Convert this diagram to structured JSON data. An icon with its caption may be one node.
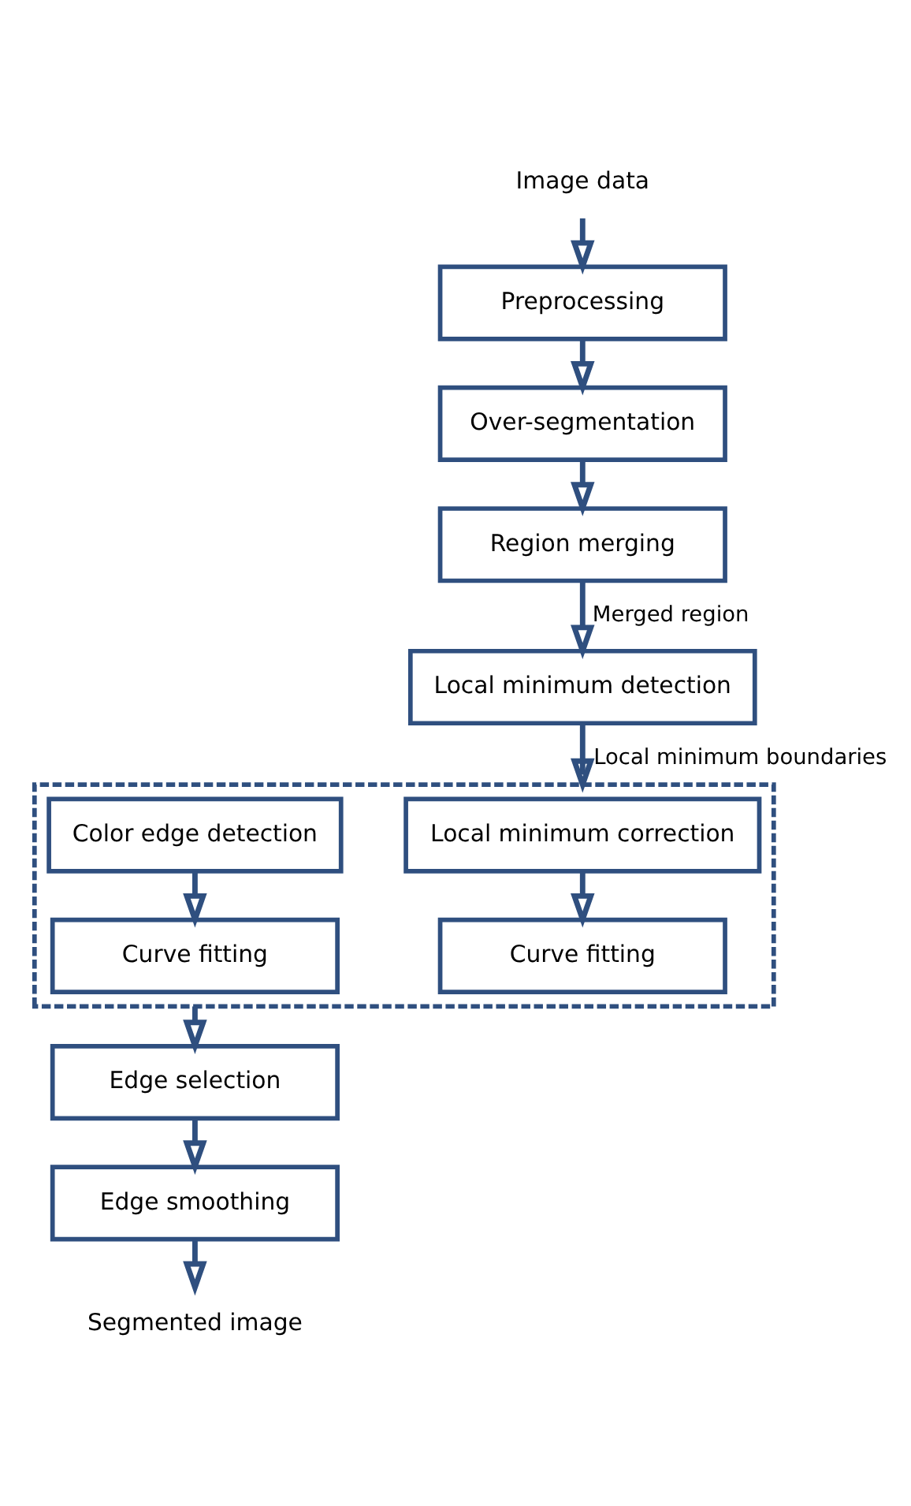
{
  "diagram": {
    "nodes": [
      {
        "text": [
          "Image data"
        ]
      },
      {
        "text": [
          "Preprocessing"
        ]
      },
      {
        "text": [
          "Over-segmentation"
        ]
      },
      {
        "text": [
          "Region merging"
        ]
      },
      {
        "text": [
          "Local minimum detection"
        ]
      },
      {
        "text": [],
        "shape": "box"
      },
      {
        "text": [
          "Local minimum correction"
        ],
        "in": 5
      },
      {
        "text": [
          "Color edge detection"
        ],
        "in": 5
      },
      {
        "text": [
          "Curve fitting"
        ],
        "in": 5
      },
      {
        "text": [
          "Curve fitting"
        ],
        "in": 5
      },
      {
        "text": [
          "Edge selection"
        ]
      },
      {
        "text": [
          "Edge smoothing"
        ]
      },
      {
        "text": [
          "Segmented image"
        ]
      }
    ],
    "edges": [
      {
        "from": 0,
        "to": 1,
        "arrow": "to"
      },
      {
        "from": 1,
        "to": 2,
        "arrow": "to"
      },
      {
        "from": 2,
        "to": 3,
        "arrow": "to"
      },
      {
        "from": 3,
        "to": 4,
        "arrow": "to",
        "label": "Merged region"
      },
      {
        "from": 4,
        "to": 5,
        "arrow": "to",
        "label": "Local minimum boundaries"
      },
      {
        "from": 6,
        "to": 8,
        "arrow": "to"
      },
      {
        "from": 7,
        "to": 9,
        "arrow": "to"
      },
      {
        "from": 5,
        "to": 10,
        "arrow": "to"
      },
      {
        "from": 10,
        "to": 11,
        "arrow": "to"
      },
      {
        "from": 11,
        "to": 12,
        "arrow": "to"
      }
    ]
  }
}
